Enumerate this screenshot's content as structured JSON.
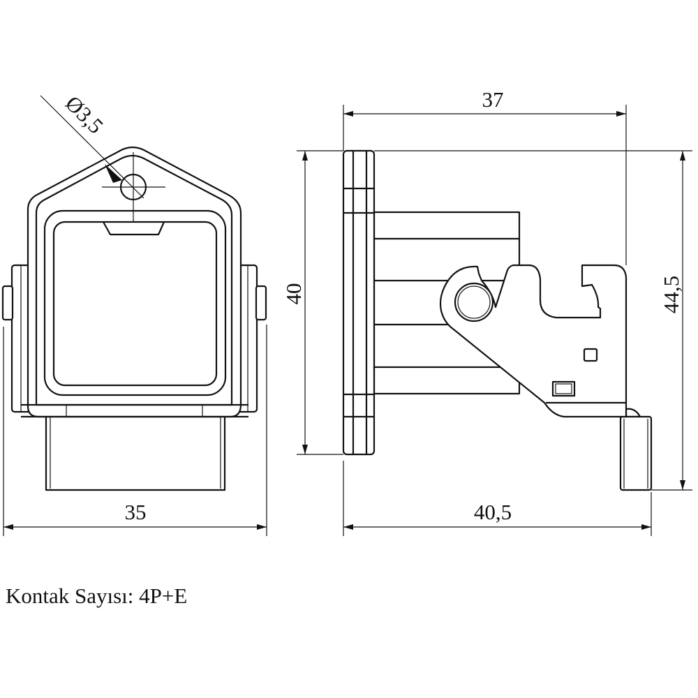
{
  "drawing": {
    "front_view": {
      "hole_diameter_label": "Ø3,5",
      "width_label": "35"
    },
    "side_view": {
      "depth_top_label": "37",
      "flange_height_label": "40",
      "total_height_label": "44,5",
      "total_depth_label": "40,5"
    },
    "caption": "Kontak Sayısı: 4P+E",
    "line_color": "#111111"
  }
}
